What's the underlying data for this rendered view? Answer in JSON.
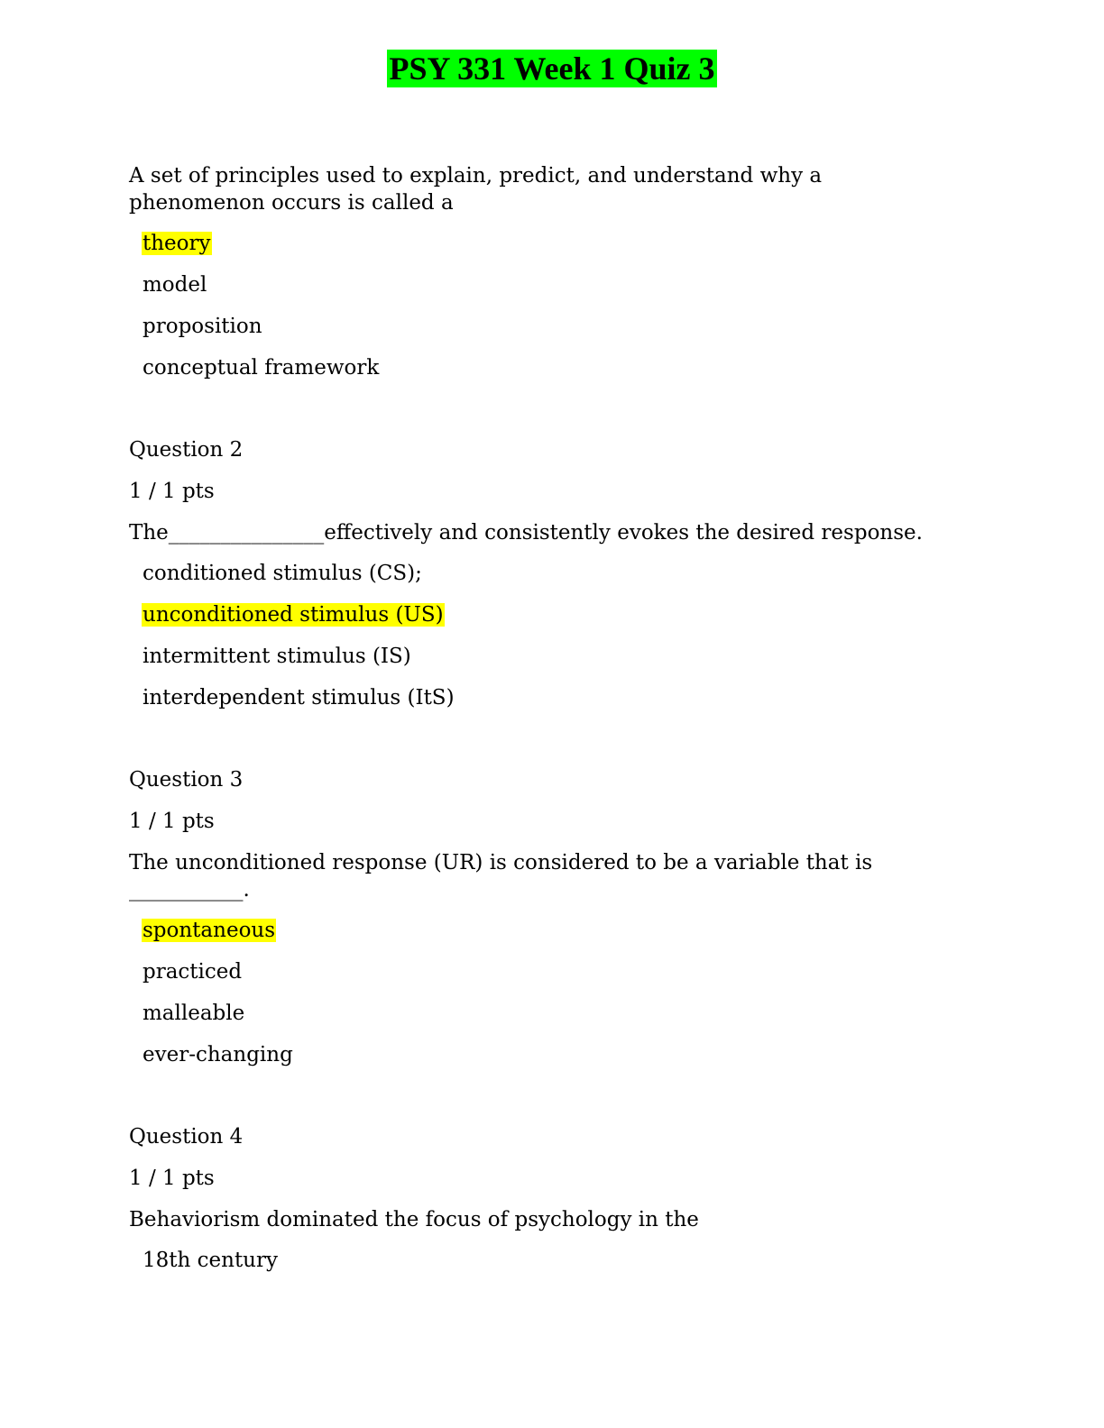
{
  "title": "PSY 331 Week 1 Quiz 3",
  "colors": {
    "title_highlight": "#00ff00",
    "answer_highlight": "#ffff00"
  },
  "questions": [
    {
      "heading": "",
      "points": "",
      "prompt": "A set of principles used to explain, predict, and understand why a phenomenon occurs is called a",
      "answers": [
        {
          "text": "theory",
          "highlighted": true
        },
        {
          "text": "model",
          "highlighted": false
        },
        {
          "text": "proposition",
          "highlighted": false
        },
        {
          "text": "conceptual framework",
          "highlighted": false
        }
      ]
    },
    {
      "heading": "Question 2",
      "points": "1 / 1 pts",
      "prompt": "The_______________effectively and consistently evokes the desired response.",
      "answers": [
        {
          "text": "conditioned stimulus (CS);",
          "highlighted": false
        },
        {
          "text": "unconditioned stimulus (US)",
          "highlighted": true
        },
        {
          "text": "intermittent stimulus (IS)",
          "highlighted": false
        },
        {
          "text": "interdependent stimulus (ItS)",
          "highlighted": false
        }
      ]
    },
    {
      "heading": "Question 3",
      "points": "1 / 1 pts",
      "prompt": "The unconditioned response (UR) is considered to be a variable that is ___________.",
      "answers": [
        {
          "text": "spontaneous",
          "highlighted": true
        },
        {
          "text": "practiced",
          "highlighted": false
        },
        {
          "text": "malleable",
          "highlighted": false
        },
        {
          "text": "ever-changing",
          "highlighted": false
        }
      ]
    },
    {
      "heading": "Question 4",
      "points": "1 / 1 pts",
      "prompt": "Behaviorism dominated the focus of psychology in the",
      "answers": [
        {
          "text": "18th century",
          "highlighted": false
        }
      ]
    }
  ]
}
